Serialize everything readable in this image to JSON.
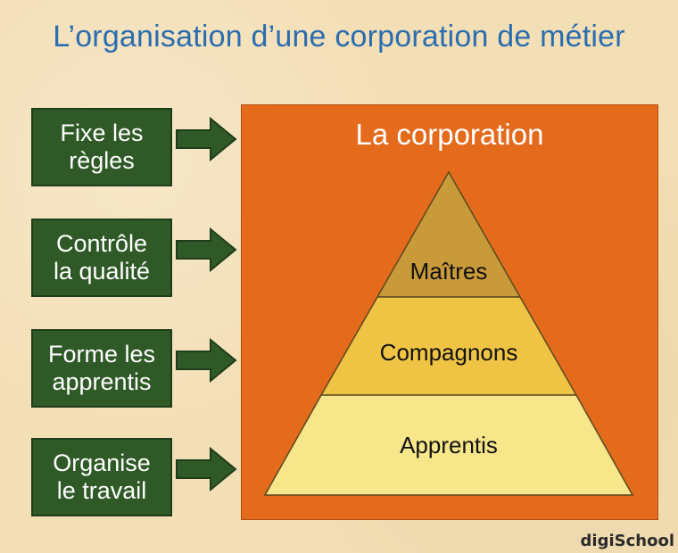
{
  "title": "L’organisation d’une corporation de métier",
  "roles": [
    "Fixe les\nrègles",
    "Contrôle\nla qualité",
    "Forme les\napprentis",
    "Organise\nle travail"
  ],
  "corporation": {
    "title": "La corporation",
    "levels": [
      "Maîtres",
      "Compagnons",
      "Apprentis"
    ]
  },
  "colors": {
    "role_box": "#2f5a27",
    "corporation_box": "#e46a1c",
    "level_top": "#c99a3a",
    "level_middle": "#efc445",
    "level_bottom": "#f7e68a"
  },
  "logo": "digiSchool"
}
